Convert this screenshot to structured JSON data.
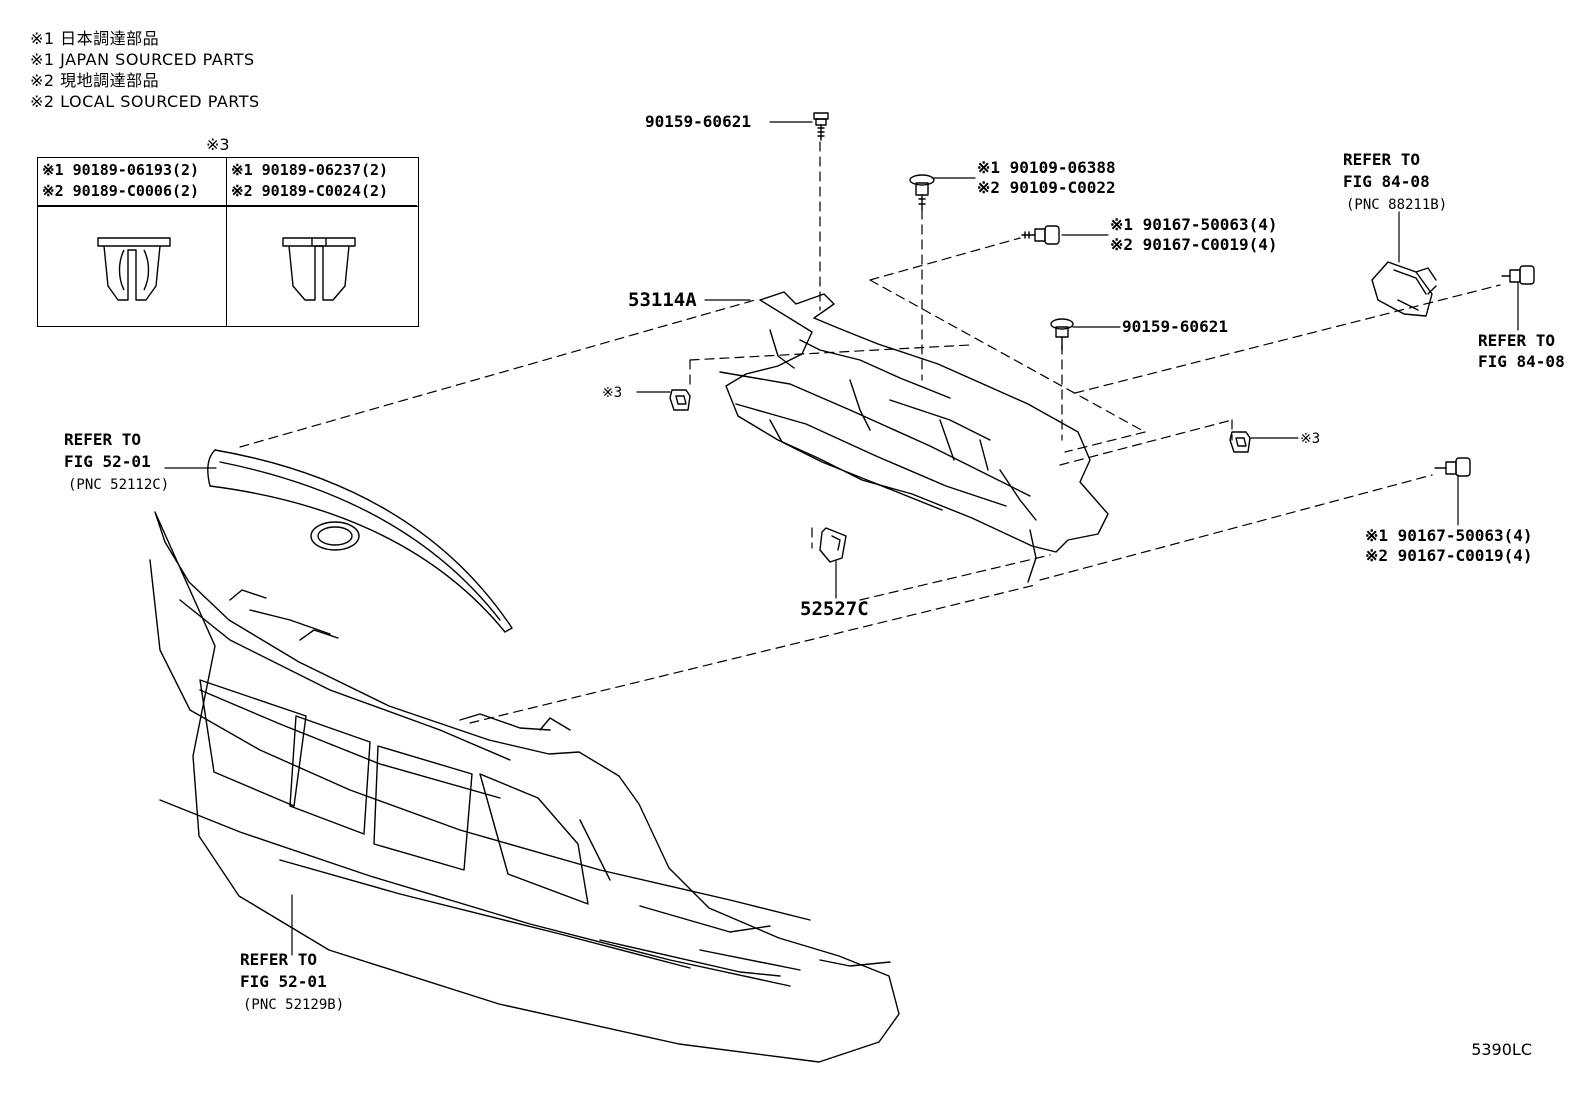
{
  "notes": [
    "※1 日本調達部品",
    "※1 JAPAN SOURCED PARTS",
    "※2 現地調達部品",
    "※2 LOCAL SOURCED PARTS"
  ],
  "table": {
    "title": "※3",
    "col1": [
      "※1 90189-06193(2)",
      "※2 90189-C0006(2)"
    ],
    "col2": [
      "※1 90189-06237(2)",
      "※2 90189-C0024(2)"
    ]
  },
  "labels": {
    "bolt_top": "90159-60621",
    "bolt_a1": "※1 90109-06388",
    "bolt_a2": "※2 90109-C0022",
    "nut_top1": "※1 90167-50063(4)",
    "nut_top2": "※2 90167-C0019(4)",
    "bolt_mid": "90159-60621",
    "part_53114a": "53114A",
    "clip_left": "※3",
    "clip_right": "※3",
    "part_52527c": "52527C",
    "nut_right1": "※1 90167-50063(4)",
    "nut_right2": "※2 90167-C0019(4)",
    "ref_8408_top": [
      "REFER TO",
      "FIG 84-08",
      "(PNC 88211B)"
    ],
    "ref_8408_right": [
      "REFER TO",
      "FIG 84-08"
    ],
    "ref_5201_top": [
      "REFER TO",
      "FIG 52-01",
      "(PNC 52112C)"
    ],
    "ref_5201_bottom": [
      "REFER TO",
      "FIG 52-01",
      "(PNC 52129B)"
    ]
  },
  "diagram_code": "5390LC"
}
